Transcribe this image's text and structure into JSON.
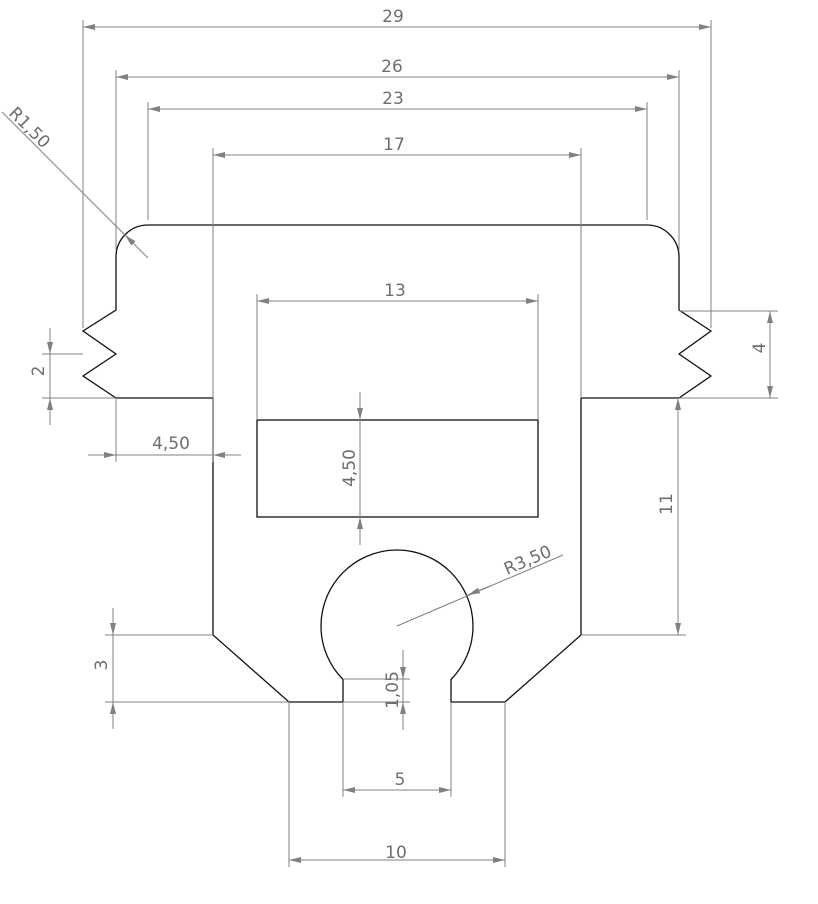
{
  "drawing": {
    "dimensions": {
      "overall_width_teeth": "29",
      "overall_width_body": "26",
      "top_flat_width": "23",
      "stem_width": "17",
      "pocket_width": "13",
      "pocket_height": "4,50",
      "shoulder_width": "4,50",
      "tooth_pitch": "2",
      "teeth_height": "4",
      "stem_height": "11",
      "chamfer_height": "3",
      "slot_neck_height": "1,05",
      "slot_width": "5",
      "base_width": "10",
      "corner_radius": "R1,50",
      "bulb_radius": "R3,50"
    },
    "colors": {
      "geometry": "#111111",
      "dimension": "#808080"
    }
  }
}
